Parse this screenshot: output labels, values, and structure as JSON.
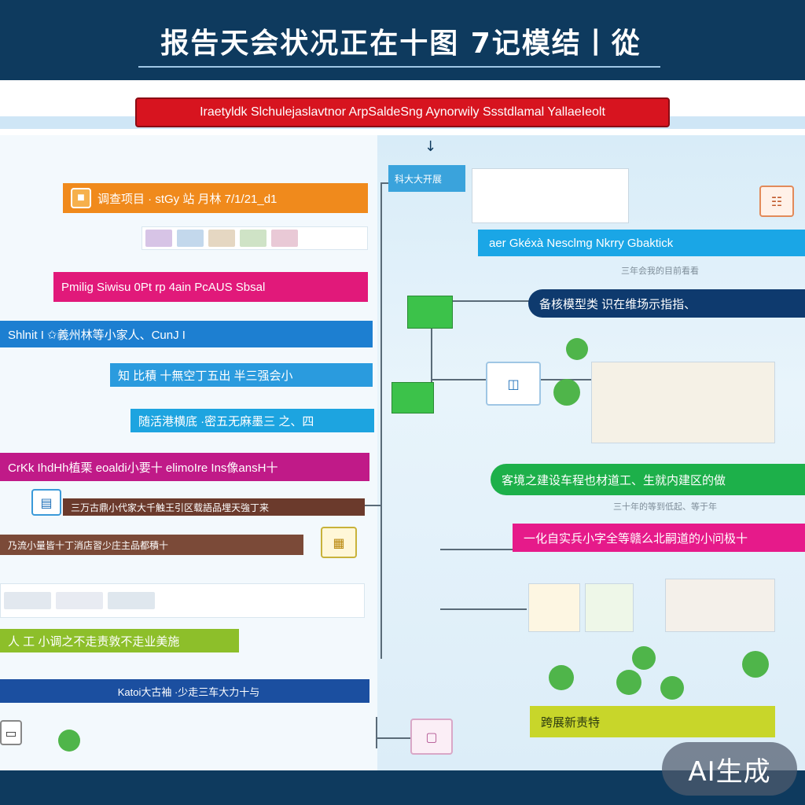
{
  "title": "报告天会状况正在十图 7记模结丨從",
  "subtitle": "Iraetyldk Slchulejaslavtnor ArpSaldeSng Aynorwily Ssstdlamal YallaeIeolt",
  "left_banners": [
    {
      "text": "调查项目 · stGy 站 月林  7/1/21_d1",
      "color": "#f08a1c"
    },
    {
      "text": "Pmilig Siwisu 0Pt rp 4ain PcAUS Sbsal",
      "color": "#e1197a"
    },
    {
      "text": "Shlnit I ✩義州林等小家人、CunJ I",
      "color": "#1d7fd1"
    },
    {
      "text": "知 比積 十無空丁五出 半三强会小",
      "color": "#2a9bde"
    },
    {
      "text": "随活港横底 ·密五无麻墨三 之、四",
      "color": "#1da4e0"
    },
    {
      "text": "CrKk IhdHh植栗 eoaldi小要十 elimoIre Ins像ansH十",
      "color": "#c01a88"
    },
    {
      "text": "三万古鼎小代家大千触王引区载語品埋天強丁来",
      "color": "#6b3a2c"
    },
    {
      "text": "乃流小量皆十丁消店習少庄主品都積十",
      "color": "#7b4a38"
    },
    {
      "text": "人 工 小调之不走责敦不走业美施",
      "color": "#8dbf2a"
    },
    {
      "text": "Katoi大古袖 ·少走三车大力十与",
      "color": "#1b4fa0"
    }
  ],
  "right_banners": [
    {
      "text": "aer Gkéxà Nesclmg Nkrry Gbaktick",
      "color": "#1aa6e6"
    },
    {
      "text": "备核模型类  识在维场示指指、",
      "color": "#0e3a6e"
    },
    {
      "text": "客境之建设车程也材道工、生就内建区的做",
      "color": "#1db04a"
    },
    {
      "text": "一化自实兵小字全等赣么北嗣道的小问极十",
      "color": "#e61a8a"
    },
    {
      "text": "跨展新责特",
      "color": "#c8d62a"
    }
  ],
  "blue_tag": "科大大开展",
  "notes": [
    "三年会我的目前看看",
    "三十年的等到低起、等于年"
  ],
  "watermark": "AI生成",
  "colors": {
    "header": "#0e3a5e",
    "subtitle_bg": "#d7141f",
    "connector": "#5a6b78"
  }
}
